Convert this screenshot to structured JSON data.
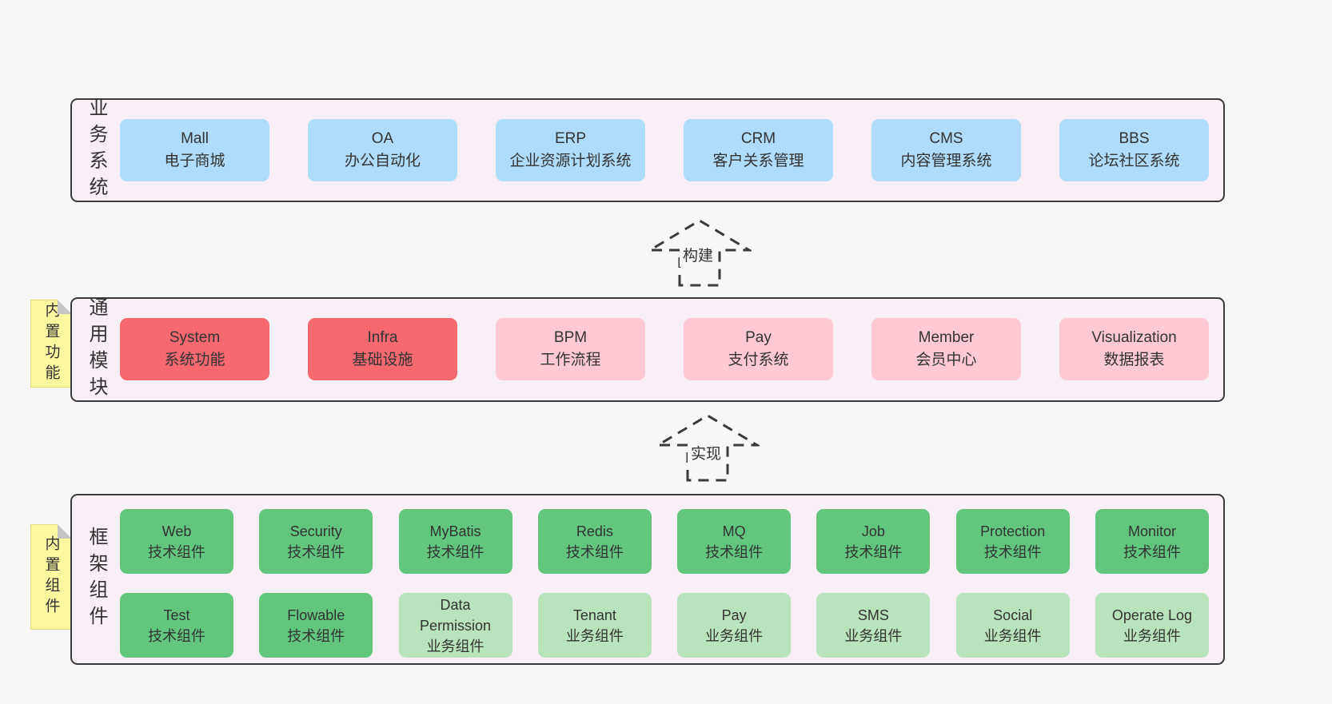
{
  "colors": {
    "page_bg": "#f7f7f7",
    "panel_bg": "#f8eef6",
    "panel_border": "#3a3a3a",
    "box_blue": "#aedcfa",
    "box_red": "#f5696f",
    "box_pink": "#fec9d3",
    "box_green": "#62c77d",
    "box_light_green": "#b7e4bd",
    "note_bg": "#fbf9a0",
    "text": "#333333"
  },
  "business": {
    "label": "业务系统",
    "boxes": [
      {
        "en": "Mall",
        "zh": "电子商城"
      },
      {
        "en": "OA",
        "zh": "办公自动化"
      },
      {
        "en": "ERP",
        "zh": "企业资源计划系统"
      },
      {
        "en": "CRM",
        "zh": "客户关系管理"
      },
      {
        "en": "CMS",
        "zh": "内容管理系统"
      },
      {
        "en": "BBS",
        "zh": "论坛社区系统"
      }
    ]
  },
  "arrow_build": {
    "label": "构建"
  },
  "modules": {
    "label": "通用模块",
    "note": "内置功能",
    "boxes": [
      {
        "en": "System",
        "zh": "系统功能",
        "variant": "red"
      },
      {
        "en": "Infra",
        "zh": "基础设施",
        "variant": "red"
      },
      {
        "en": "BPM",
        "zh": "工作流程",
        "variant": "pink"
      },
      {
        "en": "Pay",
        "zh": "支付系统",
        "variant": "pink"
      },
      {
        "en": "Member",
        "zh": "会员中心",
        "variant": "pink"
      },
      {
        "en": "Visualization",
        "zh": "数据报表",
        "variant": "pink"
      }
    ]
  },
  "arrow_implement": {
    "label": "实现"
  },
  "framework": {
    "label": "框架组件",
    "note": "内置组件",
    "row1": [
      {
        "en": "Web",
        "zh": "技术组件",
        "variant": "green"
      },
      {
        "en": "Security",
        "zh": "技术组件",
        "variant": "green"
      },
      {
        "en": "MyBatis",
        "zh": "技术组件",
        "variant": "green"
      },
      {
        "en": "Redis",
        "zh": "技术组件",
        "variant": "green"
      },
      {
        "en": "MQ",
        "zh": "技术组件",
        "variant": "green"
      },
      {
        "en": "Job",
        "zh": "技术组件",
        "variant": "green"
      },
      {
        "en": "Protection",
        "zh": "技术组件",
        "variant": "green"
      },
      {
        "en": "Monitor",
        "zh": "技术组件",
        "variant": "green"
      }
    ],
    "row2": [
      {
        "en": "Test",
        "zh": "技术组件",
        "variant": "green"
      },
      {
        "en": "Flowable",
        "zh": "技术组件",
        "variant": "green"
      },
      {
        "en": "Data Permission",
        "zh": "业务组件",
        "variant": "lightgreen"
      },
      {
        "en": "Tenant",
        "zh": "业务组件",
        "variant": "lightgreen"
      },
      {
        "en": "Pay",
        "zh": "业务组件",
        "variant": "lightgreen"
      },
      {
        "en": "SMS",
        "zh": "业务组件",
        "variant": "lightgreen"
      },
      {
        "en": "Social",
        "zh": "业务组件",
        "variant": "lightgreen"
      },
      {
        "en": "Operate Log",
        "zh": "业务组件",
        "variant": "lightgreen"
      }
    ]
  }
}
